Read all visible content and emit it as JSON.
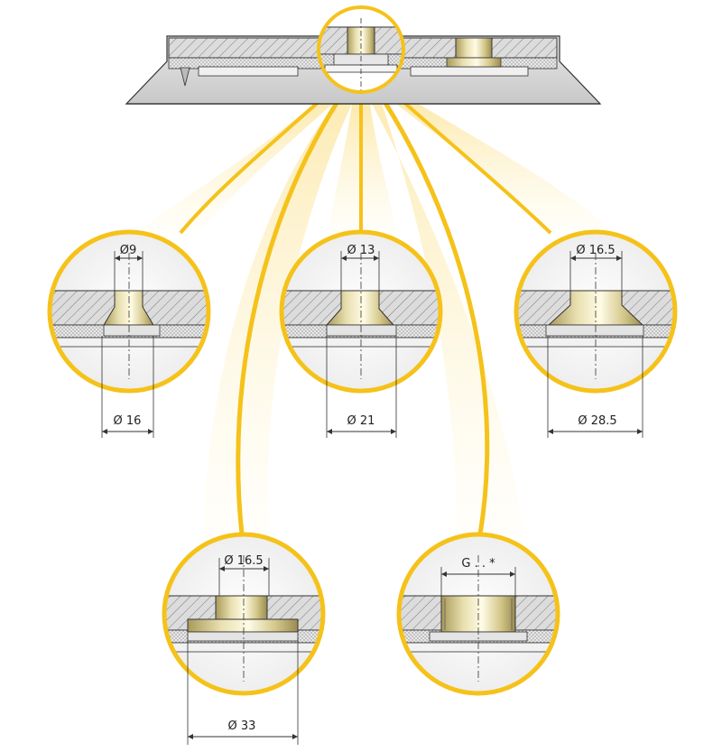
{
  "colors": {
    "gold": "#f5c21a",
    "gold_light": "#fbe79a",
    "gray_panel": "#d6d6d6",
    "gray_dark": "#b5b5b5",
    "outline": "#333333"
  },
  "details": [
    {
      "id": "d1",
      "top_label": "Ø9",
      "bottom_label": "Ø 16"
    },
    {
      "id": "d2",
      "top_label": "Ø 13",
      "bottom_label": "Ø 21"
    },
    {
      "id": "d3",
      "top_label": "Ø 16.5",
      "bottom_label": "Ø 28.5"
    },
    {
      "id": "d4",
      "top_label": "Ø 16.5",
      "bottom_label": "Ø 33"
    },
    {
      "id": "d5",
      "top_label": "G . . *",
      "bottom_label": ""
    }
  ]
}
